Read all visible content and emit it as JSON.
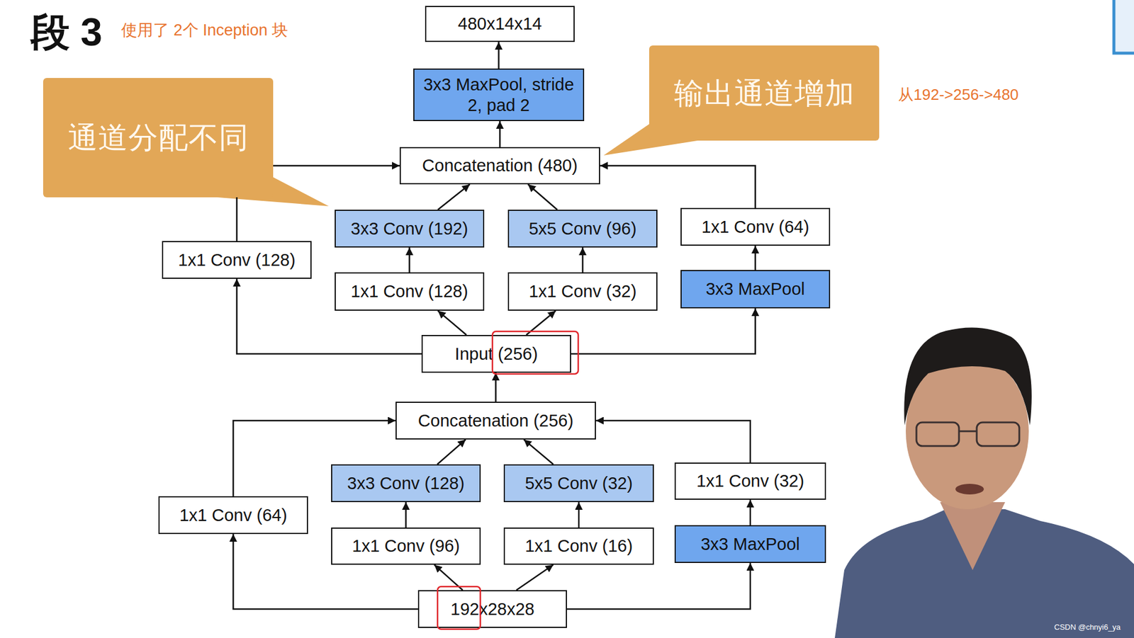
{
  "diagram": {
    "title": "段 3",
    "nodes": [
      {
        "text": [
          "480x14x14"
        ]
      },
      {
        "text": [
          "3x3 MaxPool, stride 2, pad 2"
        ]
      },
      {
        "text": [
          "通道分配不同"
        ]
      },
      {
        "text": [
          "输出通道增加"
        ]
      },
      {
        "text": [
          "Concatenation (480)"
        ]
      },
      {
        "text": [
          "1x1 Conv (128)"
        ]
      },
      {
        "text": [
          "3x3 Conv (192)"
        ]
      },
      {
        "text": [
          "5x5 Conv (96)"
        ]
      },
      {
        "text": [
          "1x1 Conv (64)"
        ]
      },
      {
        "text": [
          "1x1 Conv (128)"
        ]
      },
      {
        "text": [
          "1x1 Conv (32)"
        ]
      },
      {
        "text": [
          "3x3 MaxPool"
        ]
      },
      {
        "text": [
          "Input (256)"
        ]
      },
      {
        "text": [
          "Concatenation (256)"
        ]
      },
      {
        "text": [
          "3x3 Conv (128)"
        ]
      },
      {
        "text": [
          "5x5 Conv (32)"
        ]
      },
      {
        "text": [
          "1x1 Conv (32)"
        ]
      },
      {
        "text": [
          "1x1 Conv (64)"
        ]
      },
      {
        "text": [
          "1x1 Conv (96)"
        ]
      },
      {
        "text": [
          "1x1 Conv (16)"
        ]
      },
      {
        "text": [
          "3x3 MaxPool"
        ]
      },
      {
        "text": [
          "192x28x28"
        ]
      }
    ],
    "edges": [
      {
        "from": 21,
        "to": 17,
        "arrow": "to"
      },
      {
        "from": 21,
        "to": 18,
        "arrow": "to"
      },
      {
        "from": 21,
        "to": 19,
        "arrow": "to"
      },
      {
        "from": 21,
        "to": 20,
        "arrow": "to"
      },
      {
        "from": 18,
        "to": 14,
        "arrow": "to"
      },
      {
        "from": 19,
        "to": 15,
        "arrow": "to"
      },
      {
        "from": 20,
        "to": 16,
        "arrow": "to"
      },
      {
        "from": 17,
        "to": 13,
        "arrow": "to"
      },
      {
        "from": 14,
        "to": 13,
        "arrow": "to"
      },
      {
        "from": 15,
        "to": 13,
        "arrow": "to"
      },
      {
        "from": 16,
        "to": 13,
        "arrow": "to"
      },
      {
        "from": 13,
        "to": 12,
        "arrow": "to"
      },
      {
        "from": 12,
        "to": 5,
        "arrow": "to"
      },
      {
        "from": 12,
        "to": 9,
        "arrow": "to"
      },
      {
        "from": 12,
        "to": 10,
        "arrow": "to"
      },
      {
        "from": 12,
        "to": 11,
        "arrow": "to"
      },
      {
        "from": 9,
        "to": 6,
        "arrow": "to"
      },
      {
        "from": 10,
        "to": 7,
        "arrow": "to"
      },
      {
        "from": 11,
        "to": 8,
        "arrow": "to"
      },
      {
        "from": 5,
        "to": 4,
        "arrow": "to"
      },
      {
        "from": 6,
        "to": 4,
        "arrow": "to"
      },
      {
        "from": 7,
        "to": 4,
        "arrow": "to"
      },
      {
        "from": 8,
        "to": 4,
        "arrow": "to"
      },
      {
        "from": 4,
        "to": 1,
        "arrow": "to"
      },
      {
        "from": 1,
        "to": 0,
        "arrow": "to"
      }
    ],
    "labels": [
      "使用了 2个 Inception 块",
      "从192->256->480",
      "CSDN @chnyi6_ya"
    ]
  }
}
